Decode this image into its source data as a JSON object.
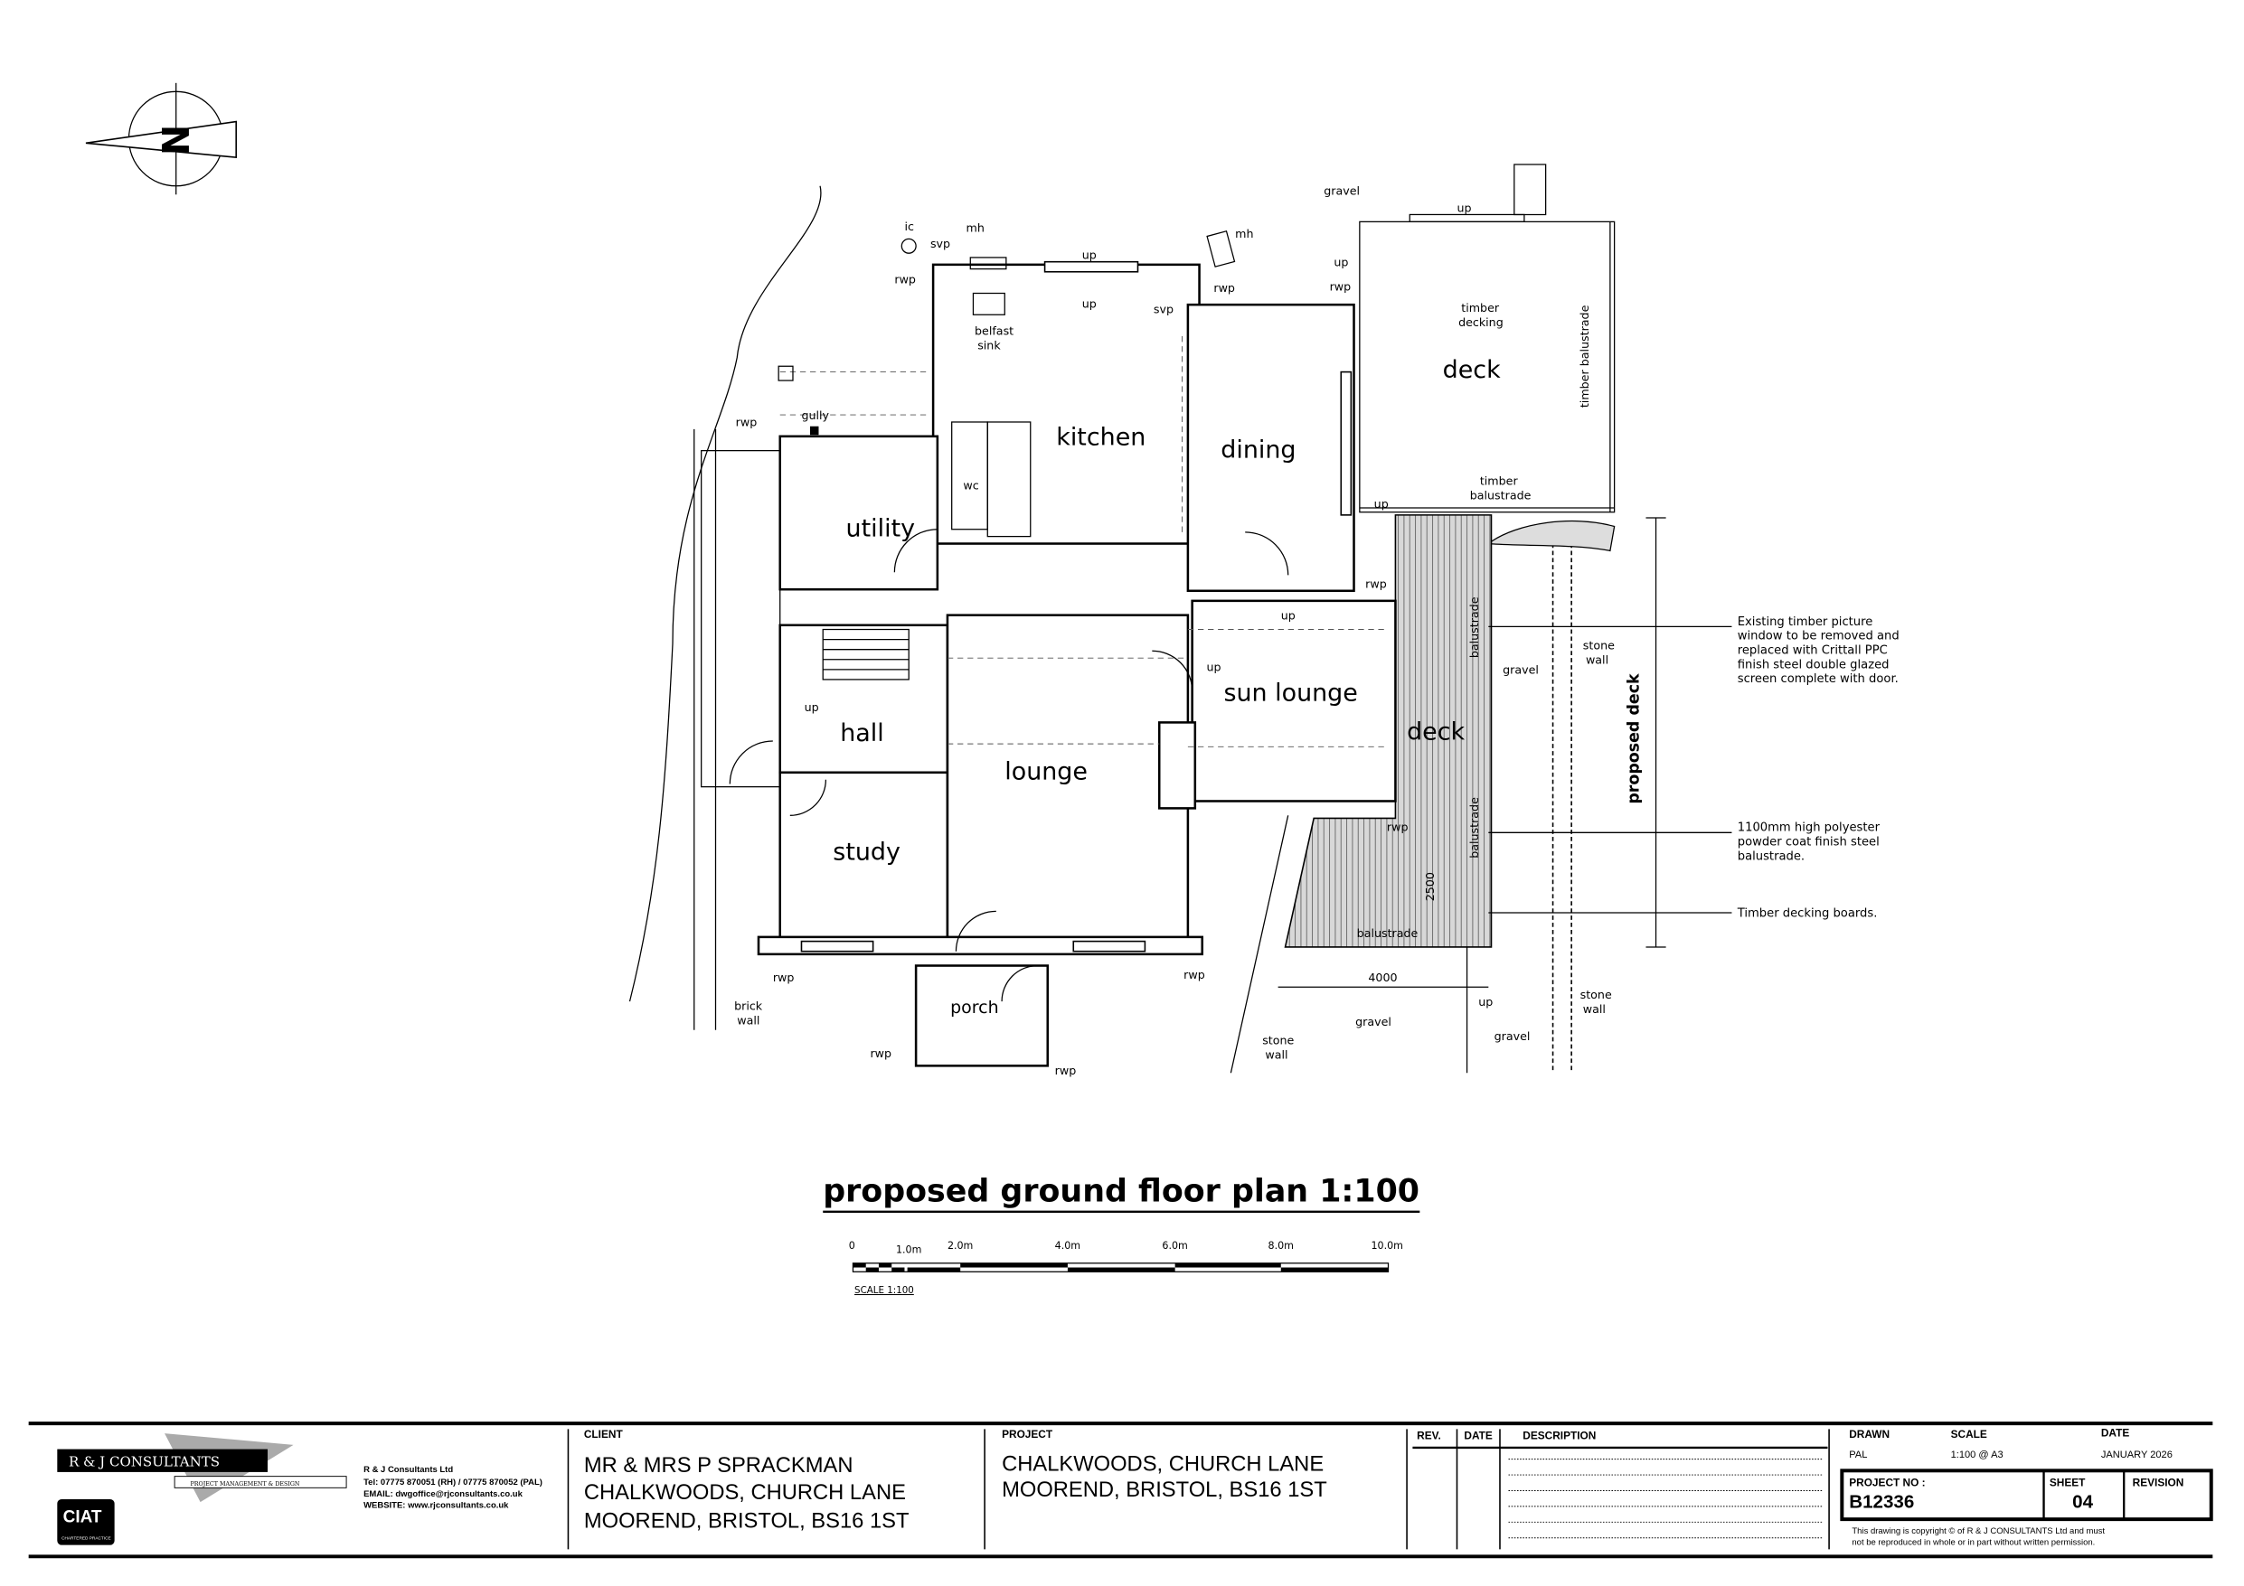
{
  "drawing": {
    "title": "proposed ground floor plan 1:100",
    "rooms": {
      "kitchen": "kitchen",
      "dining": "dining",
      "deck_upper": "deck",
      "utility": "utility",
      "wc": "wc",
      "sun_lounge": "sun lounge",
      "deck_lower": "deck",
      "hall": "hall",
      "lounge": "lounge",
      "study": "study",
      "porch": "porch"
    },
    "labels": {
      "gravel_top": "gravel",
      "up_deck_top": "up",
      "up_deck_left": "up",
      "rwp_deck": "rwp",
      "timber_decking_1": "timber",
      "timber_decking_2": "decking",
      "timber_balustrade_side": "timber balustrade",
      "timber_balustrade_bottom_1": "timber",
      "timber_balustrade_bottom_2": "balustrade",
      "up_deck_bottom": "up",
      "ic": "ic",
      "svp_1": "svp",
      "mh_1": "mh",
      "rwp_1": "rwp",
      "up_kitchen_1": "up",
      "up_kitchen_2": "up",
      "svp_2": "svp",
      "rwp_2": "rwp",
      "mh_2": "mh",
      "belfast_1": "belfast",
      "belfast_2": "sink",
      "gully": "gully",
      "rwp_3": "rwp",
      "rwp_4": "rwp",
      "up_sun": "up",
      "balustrade_1": "balustrade",
      "stone_wall_1a": "stone",
      "stone_wall_1b": "wall",
      "gravel_mid": "gravel",
      "up_sun_left": "up",
      "up_hall": "up",
      "balustrade_2": "balustrade",
      "rwp_5": "rwp",
      "balustrade_3": "balustrade",
      "dim_2500": "2500",
      "dim_4000": "4000",
      "proposed_deck": "proposed deck",
      "up_bottom": "up",
      "gravel_bottom_1": "gravel",
      "gravel_bottom_2": "gravel",
      "stone_wall_2a": "stone",
      "stone_wall_2b": "wall",
      "stone_wall_3a": "stone",
      "stone_wall_3b": "wall",
      "brick_wall_a": "brick",
      "brick_wall_b": "wall",
      "rwp_6": "rwp",
      "rwp_7": "rwp",
      "rwp_8": "rwp",
      "rwp_9": "rwp"
    },
    "notes": [
      [
        "Existing timber picture",
        "window to be removed and",
        "replaced with Crittall PPC",
        "finish steel double glazed",
        "screen complete with door."
      ],
      [
        "1100mm high polyester",
        "powder coat finish steel",
        "balustrade."
      ],
      [
        "Timber decking boards."
      ]
    ],
    "scale_bar": {
      "ticks": [
        "0",
        "1.0m",
        "2.0m",
        "4.0m",
        "6.0m",
        "8.0m",
        "10.0m"
      ],
      "caption": "SCALE 1:100"
    },
    "north_label": "N"
  },
  "title_block": {
    "company_logo_text": "R & J CONSULTANTS",
    "company_tagline": "PROJECT MANAGEMENT & DESIGN",
    "ciat_logo": "CIAT",
    "ciat_sub": "CHARTERED PRACTICE",
    "company_name": "R & J Consultants Ltd",
    "tel": "Tel: 07775 870051 (RH) / 07775 870052 (PAL)",
    "email": "EMAIL: dwgoffice@rjconsultants.co.uk",
    "website": "WEBSITE: www.rjconsultants.co.uk",
    "client_header": "CLIENT",
    "client_lines": [
      "MR & MRS P SPRACKMAN",
      "CHALKWOODS, CHURCH LANE",
      "MOOREND, BRISTOL, BS16 1ST"
    ],
    "project_header": "PROJECT",
    "project_lines": [
      "CHALKWOODS, CHURCH LANE",
      "MOOREND, BRISTOL, BS16 1ST"
    ],
    "rev_header": "REV.",
    "date_header": "DATE",
    "description_header": "DESCRIPTION",
    "drawn_header": "DRAWN",
    "drawn": "PAL",
    "scale_header": "SCALE",
    "scale": "1:100 @ A3",
    "date_label": "DATE",
    "date": "JANUARY 2026",
    "project_no_header": "PROJECT NO :",
    "project_no": "B12336",
    "sheet_header": "SHEET",
    "sheet": "04",
    "revision_header": "REVISION",
    "copyright": [
      "This drawing is copyright © of R & J CONSULTANTS Ltd and must",
      "not  be reproduced in whole or in part without written permission."
    ]
  }
}
